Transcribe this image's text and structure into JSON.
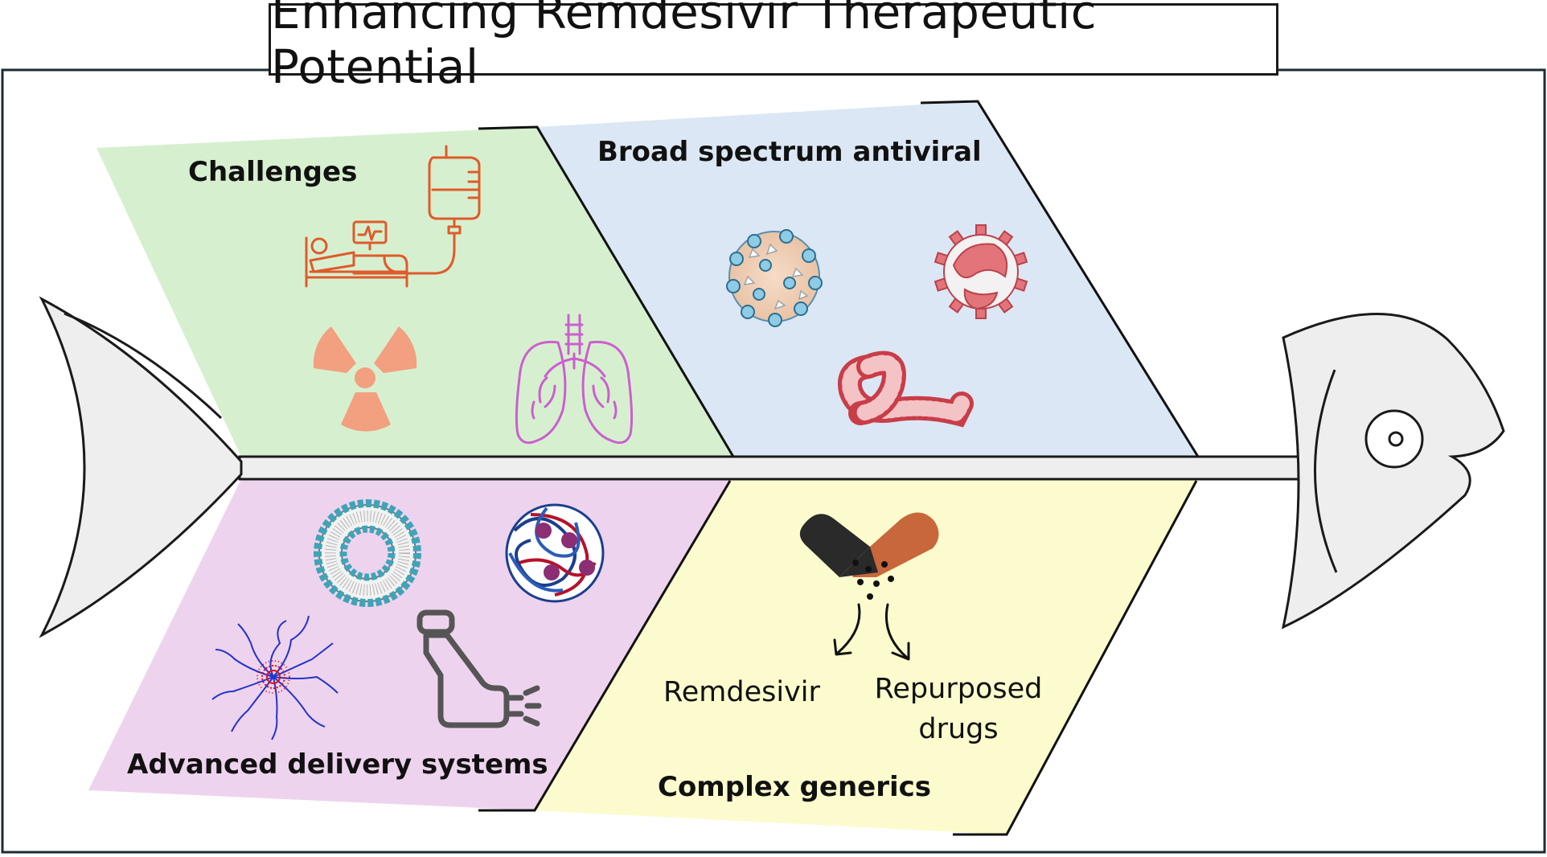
{
  "title": "Enhancing Remdesivir Therapeutic Potential",
  "sections": {
    "challenges": {
      "label": "Challenges",
      "color": "#d6f0cf"
    },
    "broad_spectrum": {
      "label": "Broad spectrum antiviral",
      "color": "#dbe7f4"
    },
    "delivery": {
      "label": "Advanced delivery systems",
      "color": "#eed3ee"
    },
    "generics": {
      "label": "Complex generics",
      "color": "#fbfbcd",
      "branch_left": "Remdesivir",
      "branch_right_line1": "Repurposed",
      "branch_right_line2": "drugs"
    }
  },
  "icons": {
    "iv_patient": "hospital-bed-iv-icon",
    "radiation": "radiation-icon",
    "lungs": "lungs-icon",
    "virus_1": "coronavirus-particle-icon",
    "virus_2": "sars-cov-2-icon",
    "virus_3": "ebola-virus-icon",
    "liposome": "liposome-icon",
    "polymer_np": "polymeric-nanoparticle-icon",
    "micelle": "micelle-icon",
    "inhaler": "inhaler-icon",
    "capsule": "capsule-icon"
  },
  "colors": {
    "accent_orange": "#e05a2b",
    "radiation": "#f2a07f",
    "lungs": "#cc5fcf",
    "fish_fill": "#eeeeee",
    "outline": "#1a1a1a"
  }
}
